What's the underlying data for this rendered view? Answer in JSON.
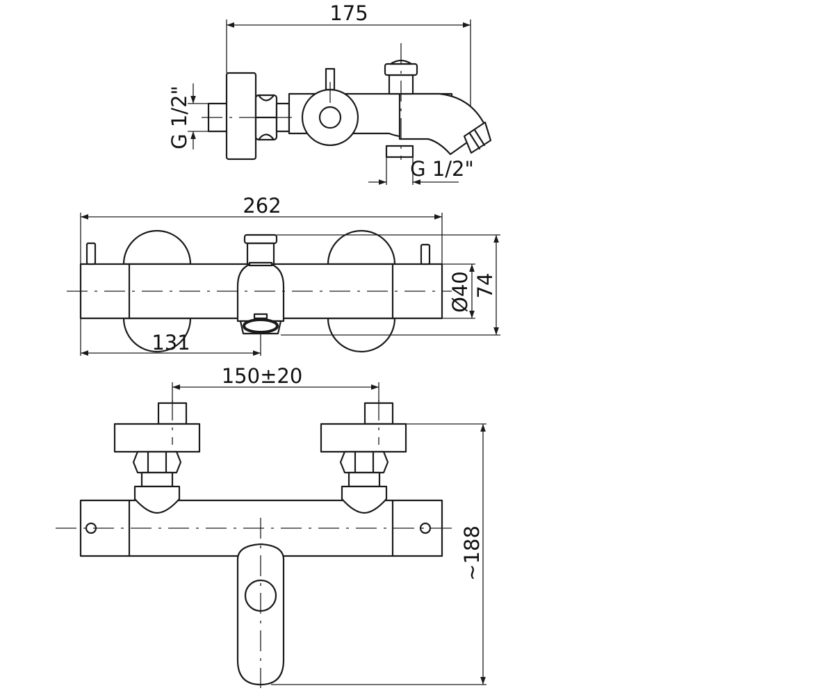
{
  "dimensions": {
    "top_width": "175",
    "inlet_thread_left": "G 1/2\"",
    "outlet_thread": "G 1/2\"",
    "overall_length": "262",
    "body_diameter": "Ø40",
    "overall_depth": "74",
    "center_offset": "131",
    "inlet_spacing": "150±20",
    "overall_height": "~188"
  }
}
